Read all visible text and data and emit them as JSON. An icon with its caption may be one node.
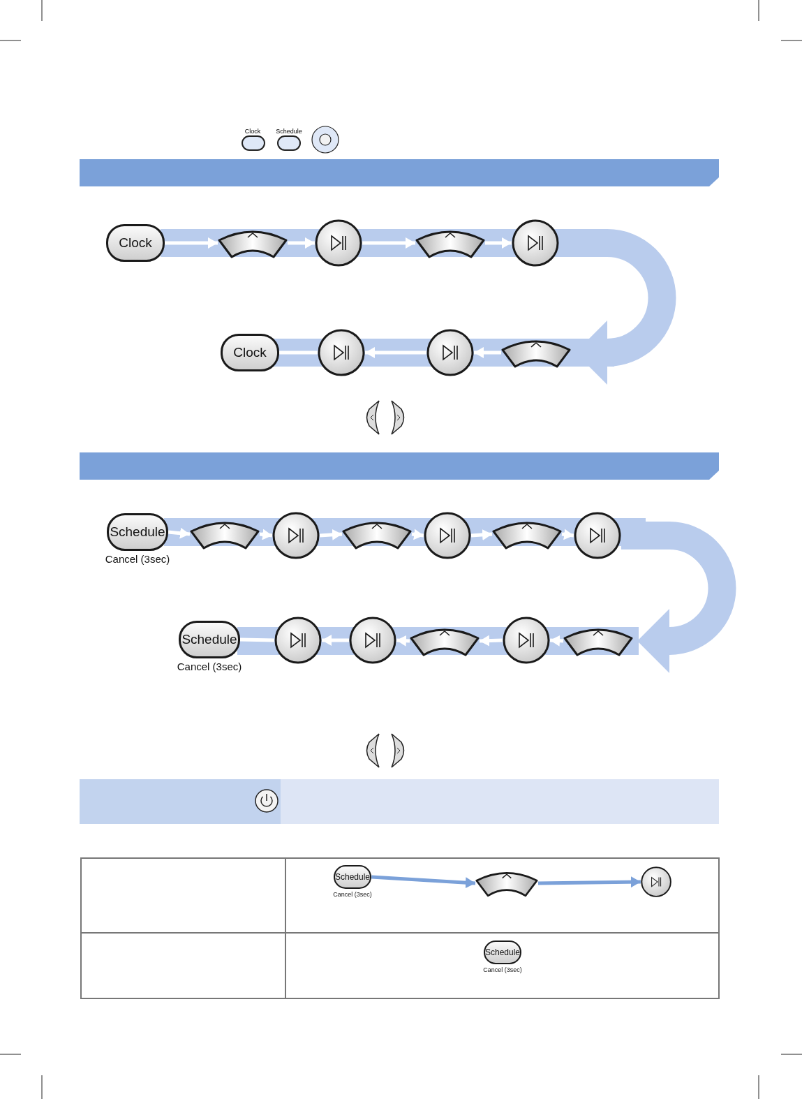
{
  "diagram": {
    "nodes": [
      {
        "text": [
          "Clock"
        ]
      },
      {
        "text": [],
        "shape": "arc"
      },
      {
        "text": [],
        "shape": "circle"
      },
      {
        "text": [],
        "shape": "arc"
      },
      {
        "text": [],
        "shape": "circle"
      },
      {
        "text": [],
        "shape": "arc"
      },
      {
        "text": [],
        "shape": "circle"
      },
      {
        "text": [],
        "shape": "circle"
      },
      {
        "text": [
          "Clock"
        ]
      },
      {
        "text": [
          "Schedule"
        ],
        "beside": [
          "Cancel (3sec)"
        ]
      },
      {
        "text": [],
        "shape": "arc"
      },
      {
        "text": [],
        "shape": "circle"
      },
      {
        "text": [],
        "shape": "arc"
      },
      {
        "text": [],
        "shape": "circle"
      },
      {
        "text": [],
        "shape": "arc"
      },
      {
        "text": [],
        "shape": "circle"
      },
      {
        "text": [],
        "shape": "arc"
      },
      {
        "text": [],
        "shape": "circle"
      },
      {
        "text": [],
        "shape": "arc"
      },
      {
        "text": [],
        "shape": "circle"
      },
      {
        "text": [],
        "shape": "circle"
      },
      {
        "text": [
          "Schedule"
        ],
        "beside": [
          "Cancel (3sec)"
        ]
      },
      {
        "text": [
          "Schedule"
        ],
        "beside": [
          "Cancel (3sec)"
        ]
      },
      {
        "text": [],
        "shape": "arc"
      },
      {
        "text": [],
        "shape": "circle"
      },
      {
        "text": [
          "Schedule"
        ],
        "beside": [
          "Cancel (3sec)"
        ]
      }
    ],
    "edges": [
      {
        "from": 0,
        "to": 1,
        "arrow": "to"
      },
      {
        "from": 1,
        "to": 2,
        "arrow": "to"
      },
      {
        "from": 2,
        "to": 3,
        "arrow": "to"
      },
      {
        "from": 3,
        "to": 4,
        "arrow": "to"
      },
      {
        "from": 4,
        "to": 5,
        "arrow": "to",
        "style": "thick"
      },
      {
        "from": 5,
        "to": 6,
        "arrow": "to"
      },
      {
        "from": 6,
        "to": 7,
        "arrow": "to"
      },
      {
        "from": 7,
        "to": 8,
        "arrow": "none"
      },
      {
        "from": 9,
        "to": 10,
        "arrow": "to"
      },
      {
        "from": 10,
        "to": 11,
        "arrow": "to"
      },
      {
        "from": 11,
        "to": 12,
        "arrow": "to"
      },
      {
        "from": 12,
        "to": 13,
        "arrow": "to"
      },
      {
        "from": 13,
        "to": 14,
        "arrow": "to"
      },
      {
        "from": 14,
        "to": 15,
        "arrow": "to"
      },
      {
        "from": 15,
        "to": 16,
        "arrow": "to",
        "style": "thick"
      },
      {
        "from": 16,
        "to": 17,
        "arrow": "to"
      },
      {
        "from": 17,
        "to": 18,
        "arrow": "to"
      },
      {
        "from": 18,
        "to": 19,
        "arrow": "to"
      },
      {
        "from": 19,
        "to": 20,
        "arrow": "to"
      },
      {
        "from": 20,
        "to": 21,
        "arrow": "none"
      },
      {
        "from": 22,
        "to": 23,
        "arrow": "to",
        "color": "#7ba1d9"
      },
      {
        "from": 23,
        "to": 24,
        "arrow": "to",
        "color": "#7ba1d9"
      }
    ],
    "labels": [
      "Clock",
      "Schedule"
    ]
  }
}
